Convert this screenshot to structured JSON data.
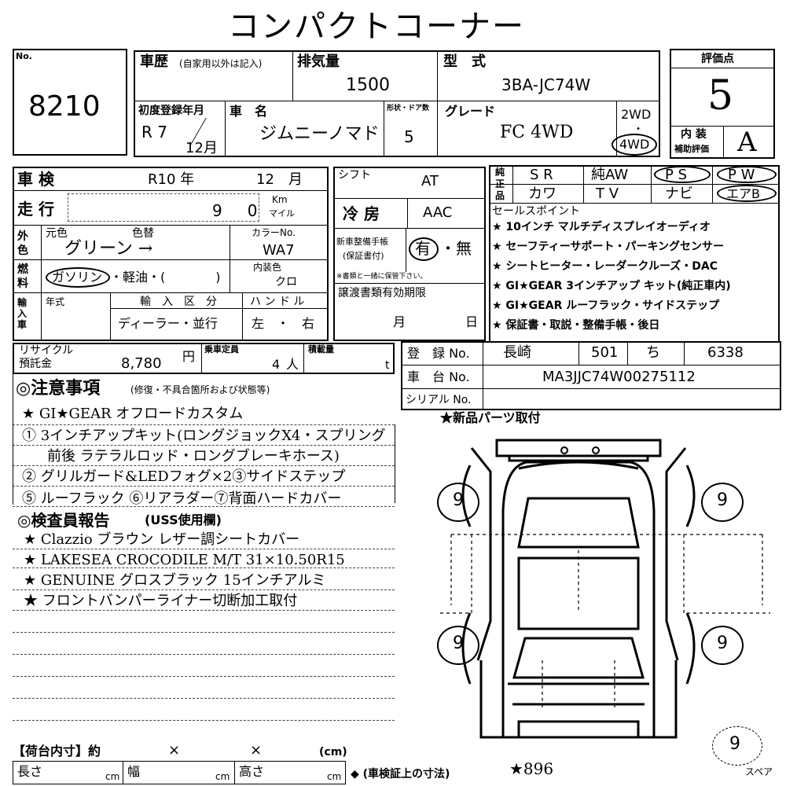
{
  "title": "コンパクトコーナー",
  "lot": {
    "label": "No.",
    "number": "8210"
  },
  "history": {
    "label": "車歴",
    "note": "(自家用以外は記入)"
  },
  "displacement": {
    "label": "排気量",
    "value": "1500"
  },
  "model_code": {
    "label": "型　式",
    "value": "3BA-JC74W"
  },
  "score": {
    "label": "評価点",
    "value": "5"
  },
  "first_reg": {
    "label": "初度登録年月",
    "year": "R 7",
    "month": "12月"
  },
  "car_name": {
    "label": "車　名",
    "value": "ジムニーノマド"
  },
  "doors": {
    "label": "形状・ドア数",
    "value": "5"
  },
  "grade": {
    "label": "グレード",
    "value": "FC 4WD"
  },
  "drive": {
    "opt1": "2WD",
    "opt2": "4WD"
  },
  "interior": {
    "label1": "内 装",
    "label2": "補助評価",
    "value": "A"
  },
  "inspection": {
    "label": "車 検",
    "year": "R10 年",
    "month": "12　月"
  },
  "mileage": {
    "label": "走 行",
    "digits": "9　0",
    "unit1": "Km",
    "unit2": "マイル"
  },
  "exterior": {
    "label": "外色",
    "orig_label": "元色",
    "changed_label": "色替",
    "value": "グリーン →",
    "code_label": "カラーNo.",
    "code": "WA7"
  },
  "fuel": {
    "label": "燃料",
    "opt_gas": "ガソリン",
    "rest": "・軽油・(　　　　)",
    "int_color_label": "内装色",
    "int_color": "クロ"
  },
  "import": {
    "label": "輸入車",
    "year_label": "年式",
    "kind_label": "輸　入　区　分",
    "kind_value": "ディーラー・並行",
    "handle_label": "ハ ン ド ル",
    "handle_value": "左　・　右"
  },
  "shift": {
    "label": "シフト",
    "value": "AT"
  },
  "aircon": {
    "label": "冷 房",
    "value": "AAC"
  },
  "manual": {
    "label1": "新車整備手帳",
    "label2": "(保証書付)",
    "yes": "有",
    "no": "・無",
    "note": "※書類と一緒に保管下さい。"
  },
  "transfer": {
    "label": "譲渡書類有効期限",
    "month": "月",
    "day": "日"
  },
  "equip": {
    "side_label": "純正品",
    "row1": [
      "S R",
      "純AW",
      "P S",
      "P W"
    ],
    "row2": [
      "カワ",
      "T V",
      "ナビ",
      "エアB"
    ]
  },
  "sales_points": {
    "title": "セールスポイント",
    "items": [
      "★ 10インチ マルチディスプレイオーディオ",
      "★ セーフティーサポート・パーキングセンサー",
      "★ シートヒーター・レーダークルーズ・DAC",
      "★ GI★GEAR 3インチアップ キット(純正車内)",
      "★ GI★GEAR ルーフラック・サイドステップ",
      "★ 保証書・取説・整備手帳・後日"
    ]
  },
  "recycle": {
    "label1": "リサイクル",
    "label2": "預託金",
    "value": "8,780",
    "unit": "円",
    "seats_label": "乗車定員",
    "seats": "4",
    "seats_unit": "人",
    "load_label": "積載量",
    "load_unit": "t"
  },
  "registration": {
    "label": "登　録 No.",
    "area": "長崎",
    "class": "501",
    "kana": "ち",
    "number": "6338"
  },
  "chassis": {
    "label": "車　台 No.",
    "value": "MA3JJC74W00275112"
  },
  "serial": {
    "label": "シリアル No."
  },
  "notes": {
    "title": "◎注意事項",
    "sub": "(修復・不具合箇所および状態等)",
    "lines": [
      "★ GI★GEAR オフロードカスタム",
      "① 3インチアップキット(ロングジョックX4・スプリング",
      "前後 ラテラルロッド・ロングブレーキホース)",
      "② グリルガード&LEDフォグ×2③サイドステップ",
      "⑤ ルーフラック ⑥リアラダー⑦背面ハードカバー"
    ]
  },
  "inspector": {
    "title": "◎検査員報告",
    "sub": "(USS使用欄)",
    "lines": [
      "★ Clazzio ブラウン レザー調シートカバー",
      "★ LAKESEA CROCODILE M/T 31×10.50R15",
      "★ GENUINE グロスブラック 15インチアルミ",
      "★ フロントバンパーライナー切断加工取付"
    ]
  },
  "parts_note": "★新品パーツ取付",
  "tires": {
    "fl": "9",
    "fr": "9",
    "rl": "9",
    "rr": "9",
    "spare": "9",
    "spare_label": "スペア"
  },
  "cargo": {
    "label": "【荷台内寸】約",
    "x1": "×",
    "x2": "×",
    "unit": "(cm)",
    "length_label": "長さ",
    "width_label": "幅",
    "height_label": "高さ",
    "cm": "cm",
    "arrow_note": "◆ (車検証上の寸法)",
    "star_note": "★896"
  }
}
